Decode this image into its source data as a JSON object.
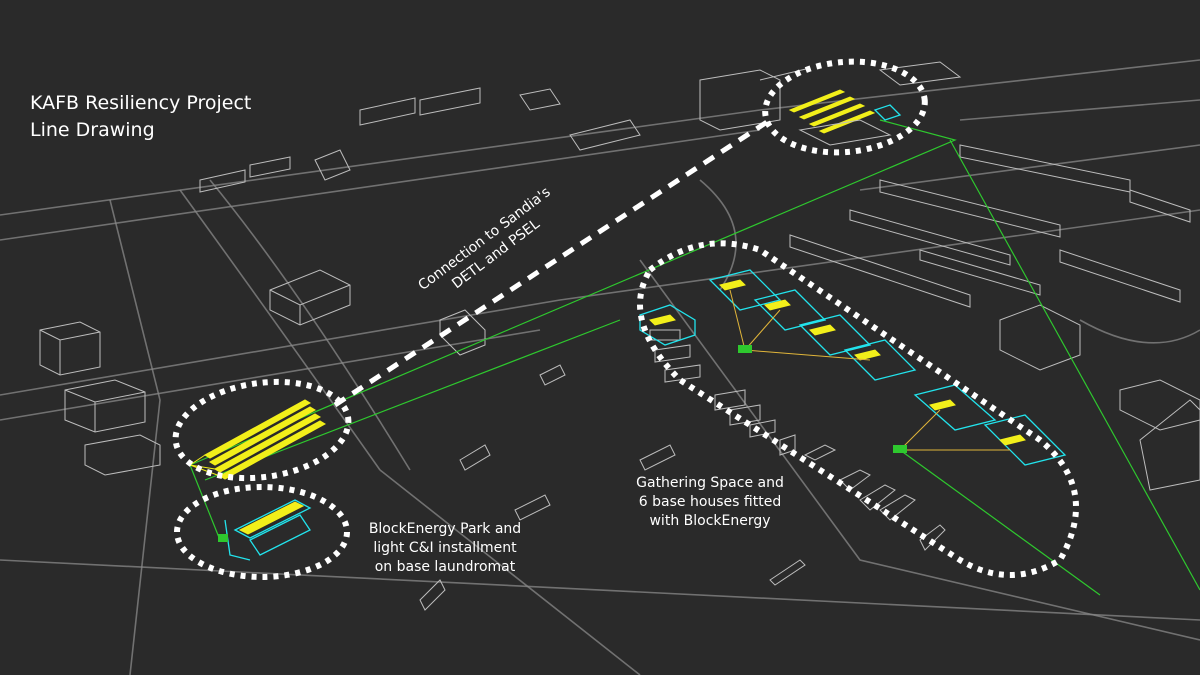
{
  "title": {
    "line1": "KAFB Resiliency Project",
    "line2": "Line Drawing"
  },
  "labels": {
    "connection": {
      "line1": "Connection to Sandia's",
      "line2": "DETL and PSEL"
    },
    "park": {
      "line1": "BlockEnergy Park and",
      "line2": "light C&I installment",
      "line3": "on base laundromat"
    },
    "gathering": {
      "line1": "Gathering Space and",
      "line2": "6 base houses fitted",
      "line3": "with BlockEnergy"
    }
  },
  "colors": {
    "background": "#2a2a2a",
    "solar": "#f2ef1a",
    "building_highlight": "#22e3ec",
    "power_line": "#2ec82e",
    "wireframe": "#bdbdbd"
  }
}
